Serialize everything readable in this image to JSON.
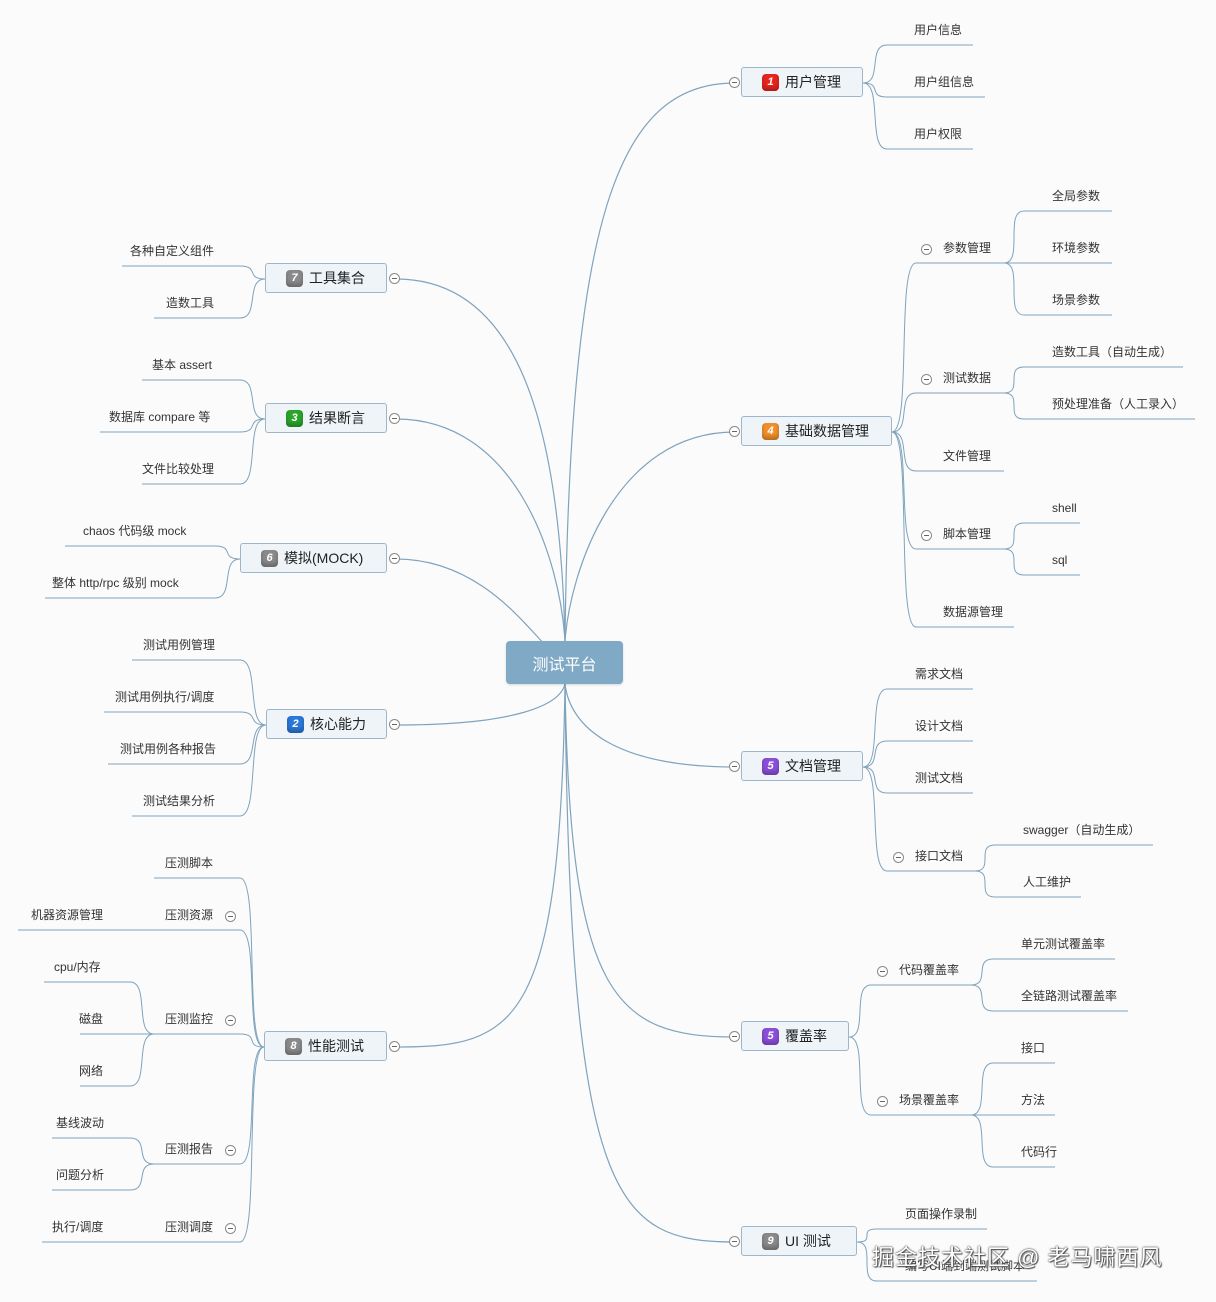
{
  "root": "测试平台",
  "branches": {
    "b1": {
      "label": "用户管理",
      "num": "1",
      "color": "#e8241e",
      "children": {
        "c1": "用户信息",
        "c2": "用户组信息",
        "c3": "用户权限"
      }
    },
    "b2": {
      "label": "核心能力",
      "num": "2",
      "color": "#2a78d8",
      "children": {
        "c1": "测试用例管理",
        "c2": "测试用例执行/调度",
        "c3": "测试用例各种报告",
        "c4": "测试结果分析"
      }
    },
    "b3": {
      "label": "结果断言",
      "num": "3",
      "color": "#2ba52a",
      "children": {
        "c1": "基本 assert",
        "c2": "数据库 compare 等",
        "c3": "文件比较处理"
      }
    },
    "b4": {
      "label": "基础数据管理",
      "num": "4",
      "color": "#f0902a",
      "children": {
        "params": {
          "label": "参数管理",
          "children": {
            "c1": "全局参数",
            "c2": "环境参数",
            "c3": "场景参数"
          }
        },
        "testdata": {
          "label": "测试数据",
          "children": {
            "c1": "造数工具（自动生成）",
            "c2": "预处理准备（人工录入）"
          }
        },
        "file": "文件管理",
        "script": {
          "label": "脚本管理",
          "children": {
            "c1": "shell",
            "c2": "sql"
          }
        },
        "datasource": "数据源管理"
      }
    },
    "b5": {
      "label": "文档管理",
      "num": "5",
      "color": "#8a4fd8",
      "children": {
        "c1": "需求文档",
        "c2": "设计文档",
        "c3": "测试文档",
        "api": {
          "label": "接口文档",
          "children": {
            "c1": "swagger（自动生成）",
            "c2": "人工维护"
          }
        }
      }
    },
    "b5b": {
      "label": "覆盖率",
      "num": "5",
      "color": "#8a4fd8",
      "children": {
        "code": {
          "label": "代码覆盖率",
          "children": {
            "c1": "单元测试覆盖率",
            "c2": "全链路测试覆盖率"
          }
        },
        "scene": {
          "label": "场景覆盖率",
          "children": {
            "c1": "接口",
            "c2": "方法",
            "c3": "代码行"
          }
        }
      }
    },
    "b6": {
      "label": "模拟(MOCK)",
      "num": "6",
      "color": "#8a8a8a",
      "children": {
        "c1": "chaos 代码级 mock",
        "c2": "整体 http/rpc 级别 mock"
      }
    },
    "b7": {
      "label": "工具集合",
      "num": "7",
      "color": "#8a8a8a",
      "children": {
        "c1": "各种自定义组件",
        "c2": "造数工具"
      }
    },
    "b8": {
      "label": "性能测试",
      "num": "8",
      "color": "#8a8a8a",
      "children": {
        "script": "压测脚本",
        "resource": {
          "label": "压测资源",
          "children": {
            "c1": "机器资源管理"
          }
        },
        "monitor": {
          "label": "压测监控",
          "children": {
            "c1": "cpu/内存",
            "c2": "磁盘",
            "c3": "网络"
          }
        },
        "report": {
          "label": "压测报告",
          "children": {
            "c1": "基线波动",
            "c2": "问题分析"
          }
        },
        "schedule": {
          "label": "压测调度",
          "children": {
            "c1": "执行/调度"
          }
        }
      }
    },
    "b9": {
      "label": "UI 测试",
      "num": "9",
      "color": "#8a8a8a",
      "children": {
        "c1": "页面操作录制",
        "c2": "编写UI端到端测试脚本"
      }
    }
  },
  "watermark": "掘金技术社区 @ 老马啸西风",
  "colors": {
    "line": "#7fa3bd",
    "root_bg": "#7fa9c5",
    "node_bg": "#eef4f8",
    "node_border": "#9db6c9"
  }
}
